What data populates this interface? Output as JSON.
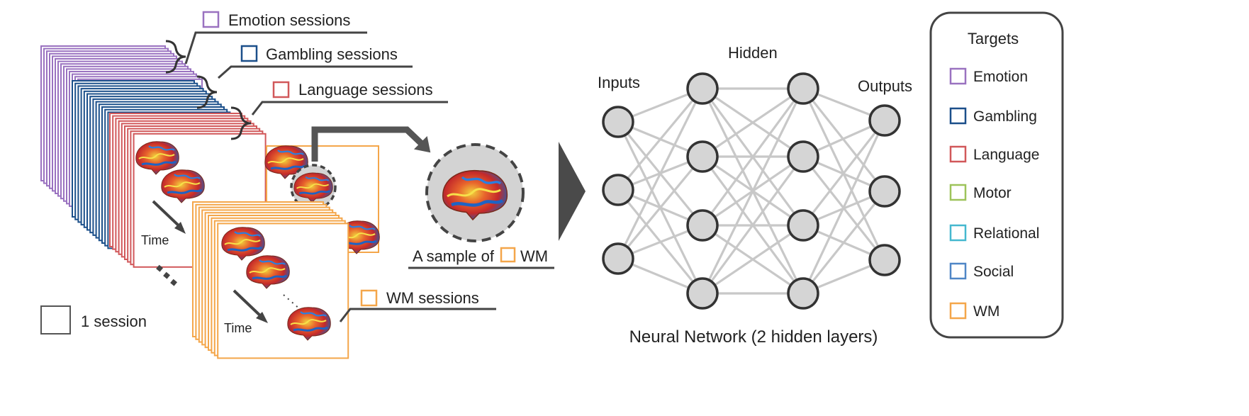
{
  "colors": {
    "emotion": "#9a72c0",
    "gambling": "#1b4f8a",
    "language": "#d1585a",
    "motor": "#9dc35a",
    "relational": "#45b8cf",
    "social": "#4f86c6",
    "wm": "#f4a64a",
    "connector": "#444444",
    "edge": "#c8c8c8",
    "node_fill": "#d5d5d5",
    "node_stroke": "#333333"
  },
  "sessions": {
    "emotion_label": "Emotion sessions",
    "gambling_label": "Gambling sessions",
    "language_label": "Language sessions",
    "wm_label": "WM sessions",
    "time_label_1": "Time",
    "time_label_2": "Time",
    "one_session_label": "1 session",
    "sample_prefix": "A sample of",
    "sample_suffix": "WM"
  },
  "network": {
    "inputs_label": "Inputs",
    "hidden_label": "Hidden",
    "outputs_label": "Outputs",
    "caption": "Neural Network (2 hidden layers)",
    "layers": [
      3,
      4,
      4,
      3
    ]
  },
  "targets": {
    "title": "Targets",
    "items": [
      {
        "label": "Emotion",
        "color": "#9a72c0"
      },
      {
        "label": "Gambling",
        "color": "#1b4f8a"
      },
      {
        "label": "Language",
        "color": "#d1585a"
      },
      {
        "label": "Motor",
        "color": "#9dc35a"
      },
      {
        "label": "Relational",
        "color": "#45b8cf"
      },
      {
        "label": "Social",
        "color": "#4f86c6"
      },
      {
        "label": "WM",
        "color": "#f4a64a"
      }
    ]
  }
}
